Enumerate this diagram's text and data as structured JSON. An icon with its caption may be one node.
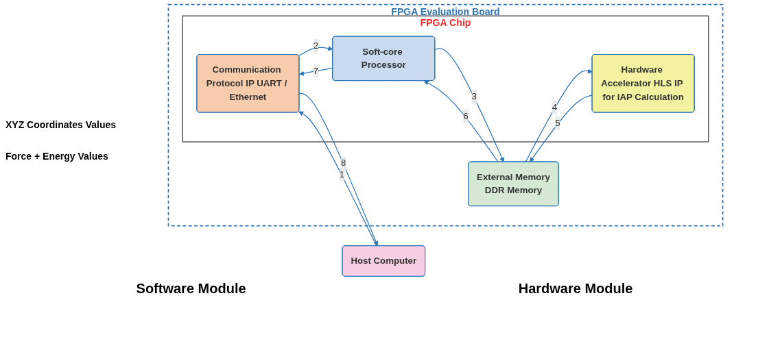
{
  "diagram": {
    "nodes": [
      {
        "text": [
          "FPGA Evaluation Board"
        ]
      },
      {
        "text": [
          "FPGA Chip"
        ],
        "in": 0
      },
      {
        "text": [
          "Host Computer"
        ]
      },
      {
        "text": [
          "Communication Protocol IP UART / Ethernet"
        ],
        "in": 1
      },
      {
        "text": [
          "Soft-core Processor"
        ],
        "in": 1
      },
      {
        "text": [
          "Hardware Accelerator HLS IP for IAP Calculation"
        ],
        "in": 1
      },
      {
        "text": [
          "External Memory",
          "DDR Memory"
        ],
        "in": 0
      }
    ],
    "edges": [
      {
        "from": 2,
        "to": 3,
        "arrow": "to",
        "label": "1"
      },
      {
        "from": 3,
        "to": 4,
        "arrow": "to",
        "label": "2"
      },
      {
        "from": 4,
        "to": 6,
        "arrow": "to",
        "label": "3"
      },
      {
        "from": 6,
        "to": 5,
        "arrow": "to",
        "label": "4"
      },
      {
        "from": 5,
        "to": 6,
        "arrow": "to",
        "label": "5"
      },
      {
        "from": 6,
        "to": 4,
        "arrow": "to",
        "label": "6"
      },
      {
        "from": 4,
        "to": 3,
        "arrow": "to",
        "label": "7"
      },
      {
        "from": 3,
        "to": 2,
        "arrow": "to",
        "label": "8"
      }
    ],
    "labels": [
      "XYZ Coordinates Values",
      "Force + Energy Values",
      "Software Module",
      "Hardware Module"
    ]
  }
}
